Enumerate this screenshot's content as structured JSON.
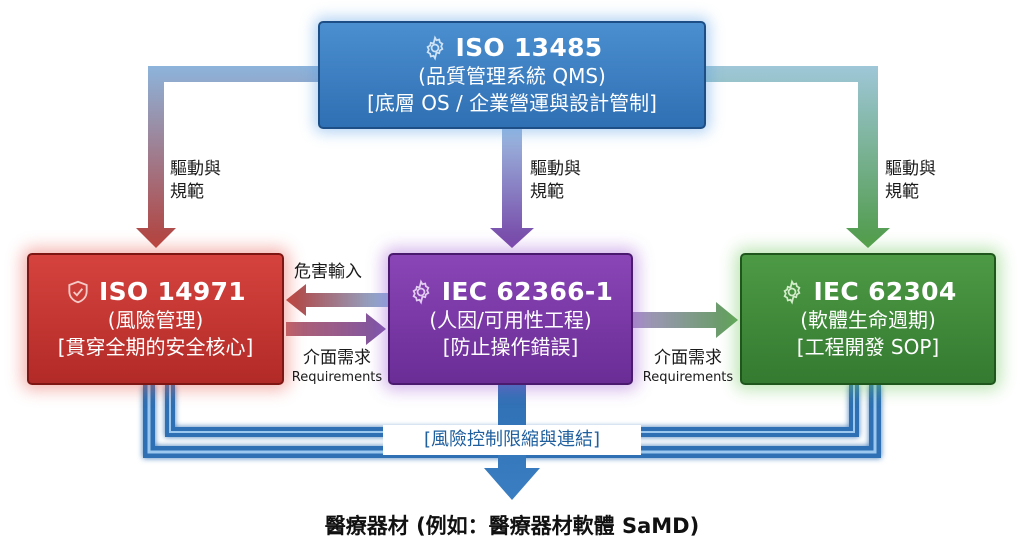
{
  "colors": {
    "qms_blue": "#2f6fb3",
    "risk_red": "#b22a27",
    "usability_purple": "#6a2d96",
    "software_green": "#347a30",
    "link_blue": "#1f5f9e"
  },
  "icons": {
    "iso13485": "gear-icon",
    "iso14971": "shield-check-icon",
    "iec62366": "gear-icon",
    "iec62304": "gear-icon"
  },
  "nodes": {
    "iso13485": {
      "title": "ISO 13485",
      "line1": "(品質管理系統 QMS)",
      "line2": "[底層 OS / 企業營運與設計管制]"
    },
    "iso14971": {
      "title": "ISO 14971",
      "line1": "(風險管理)",
      "line2": "[貫穿全期的安全核心]"
    },
    "iec62366": {
      "title": "IEC 62366-1",
      "line1": "(人因/可用性工程)",
      "line2": "[防止操作錯誤]"
    },
    "iec62304": {
      "title": "IEC 62304",
      "line1": "(軟體生命週期)",
      "line2": "[工程開發 SOP]"
    }
  },
  "edges": {
    "drive_left": {
      "line1": "驅動與",
      "line2": "規範"
    },
    "drive_center": {
      "line1": "驅動與",
      "line2": "規範"
    },
    "drive_right": {
      "line1": "驅動與",
      "line2": "規範"
    },
    "hazard_input": "危害輸入",
    "interface_left": {
      "zh": "介面需求",
      "en": "Requirements"
    },
    "interface_right": {
      "zh": "介面需求",
      "en": "Requirements"
    },
    "risk_control_link": "[風險控制限縮與連結]"
  },
  "output": "醫療器材 (例如：醫療器材軟體 SaMD)"
}
